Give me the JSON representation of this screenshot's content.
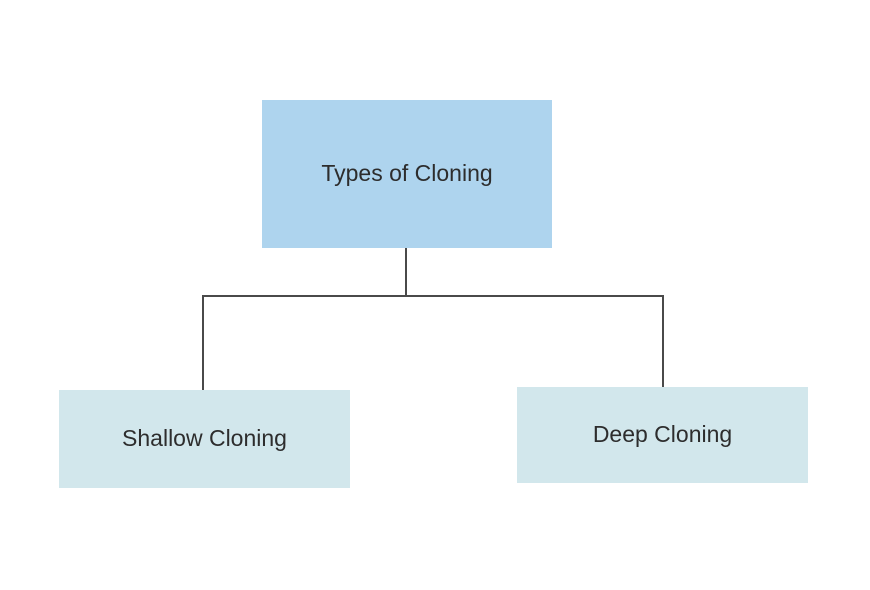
{
  "diagram": {
    "type": "tree",
    "root": {
      "label": "Types of Cloning",
      "fill": "#aed4ee"
    },
    "children": [
      {
        "label": "Shallow Cloning",
        "fill": "#d2e7ec"
      },
      {
        "label": "Deep Cloning",
        "fill": "#d2e7ec"
      }
    ],
    "colors": {
      "root_fill": "#aed4ee",
      "child_fill": "#d2e7ec",
      "connector_line": "#4a4a4a",
      "text": "#2d2d2d",
      "background": "#ffffff"
    }
  }
}
